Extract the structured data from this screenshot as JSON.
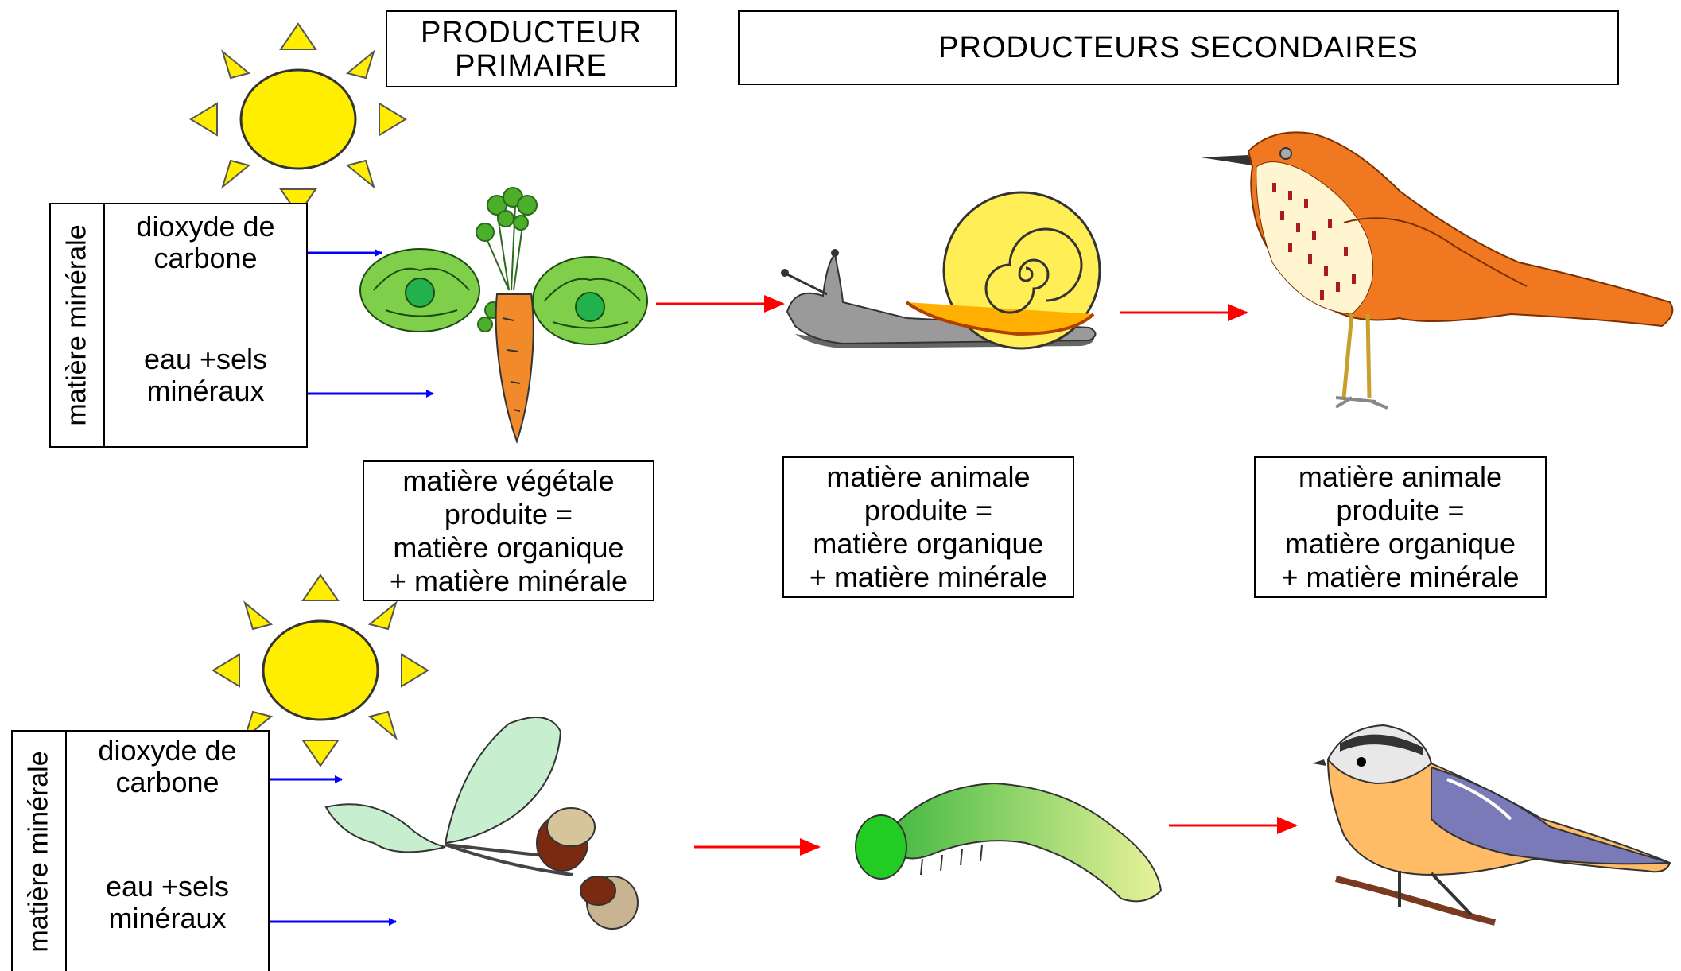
{
  "headers": {
    "primary": "PRODUCTEUR\nPRIMAIRE",
    "secondary": "PRODUCTEURS  SECONDAIRES"
  },
  "inputs_box": {
    "vertical_label": "matière minérale",
    "co2": "dioxyde de\ncarbone",
    "water": "eau +sels\nminéraux"
  },
  "captions": {
    "plant": "matière végétale\nproduite       =\nmatière organique\n+ matière minérale",
    "snail": "matière animale\nproduite       =\nmatière organique\n+ matière minérale",
    "thrush": "matière animale\nproduite       =\nmatière organique\n+ matière minérale"
  },
  "colors": {
    "input_arrow": "#0000ff",
    "chain_arrow": "#ff0000",
    "sun": "#ffee00"
  },
  "icons": [
    "sun-icon",
    "lettuce-carrot-icon",
    "snail-icon",
    "thrush-icon",
    "oak-leaf-acorn-icon",
    "caterpillar-icon",
    "tit-bird-icon"
  ]
}
